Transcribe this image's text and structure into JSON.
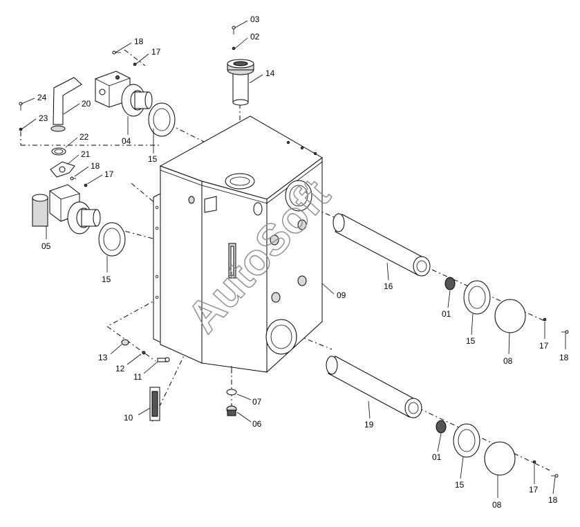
{
  "watermark": "AutoSoft",
  "labels": {
    "p03": "03",
    "p02": "02",
    "p14": "14",
    "p18a": "18",
    "p17a": "17",
    "p24": "24",
    "p23": "23",
    "p20": "20",
    "p04": "04",
    "p15a": "15",
    "p22": "22",
    "p21": "21",
    "p18b": "18",
    "p17b": "17",
    "p05": "05",
    "p15b": "15",
    "p16": "16",
    "p09": "09",
    "p01a": "01",
    "p15c": "15",
    "p08a": "08",
    "p17c": "17",
    "p18c": "18",
    "p13": "13",
    "p12": "12",
    "p11": "11",
    "p10": "10",
    "p07": "07",
    "p06": "06",
    "p19": "19",
    "p01b": "01",
    "p15d": "15",
    "p08b": "08",
    "p17d": "17",
    "p18d": "18"
  }
}
